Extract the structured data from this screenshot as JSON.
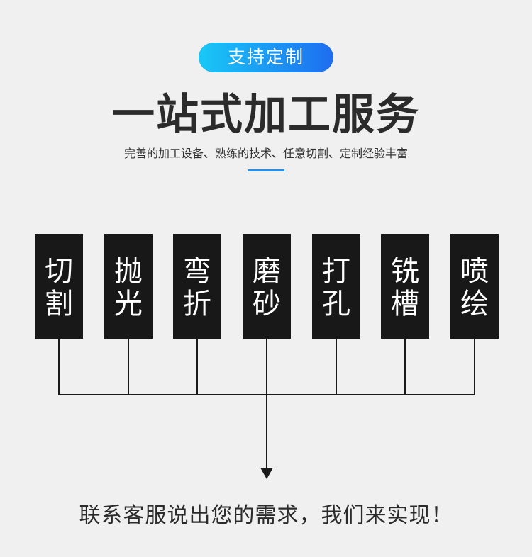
{
  "header": {
    "badge": "支持定制",
    "title": "一站式加工服务",
    "subtitle": "完善的加工设备、熟练的技术、任意切割、定制经验丰富"
  },
  "services": [
    {
      "line1": "切",
      "line2": "割"
    },
    {
      "line1": "抛",
      "line2": "光"
    },
    {
      "line1": "弯",
      "line2": "折"
    },
    {
      "line1": "磨",
      "line2": "砂"
    },
    {
      "line1": "打",
      "line2": "孔"
    },
    {
      "line1": "铣",
      "line2": "槽"
    },
    {
      "line1": "喷",
      "line2": "绘"
    }
  ],
  "footer": {
    "text": "联系客服说出您的需求，我们来实现！"
  },
  "colors": {
    "badge_gradient_start": "#19c8f7",
    "badge_gradient_end": "#1e6df0",
    "block_background": "#181818",
    "accent_underline": "#1f8ff0",
    "page_background": "#f0f0f0"
  }
}
